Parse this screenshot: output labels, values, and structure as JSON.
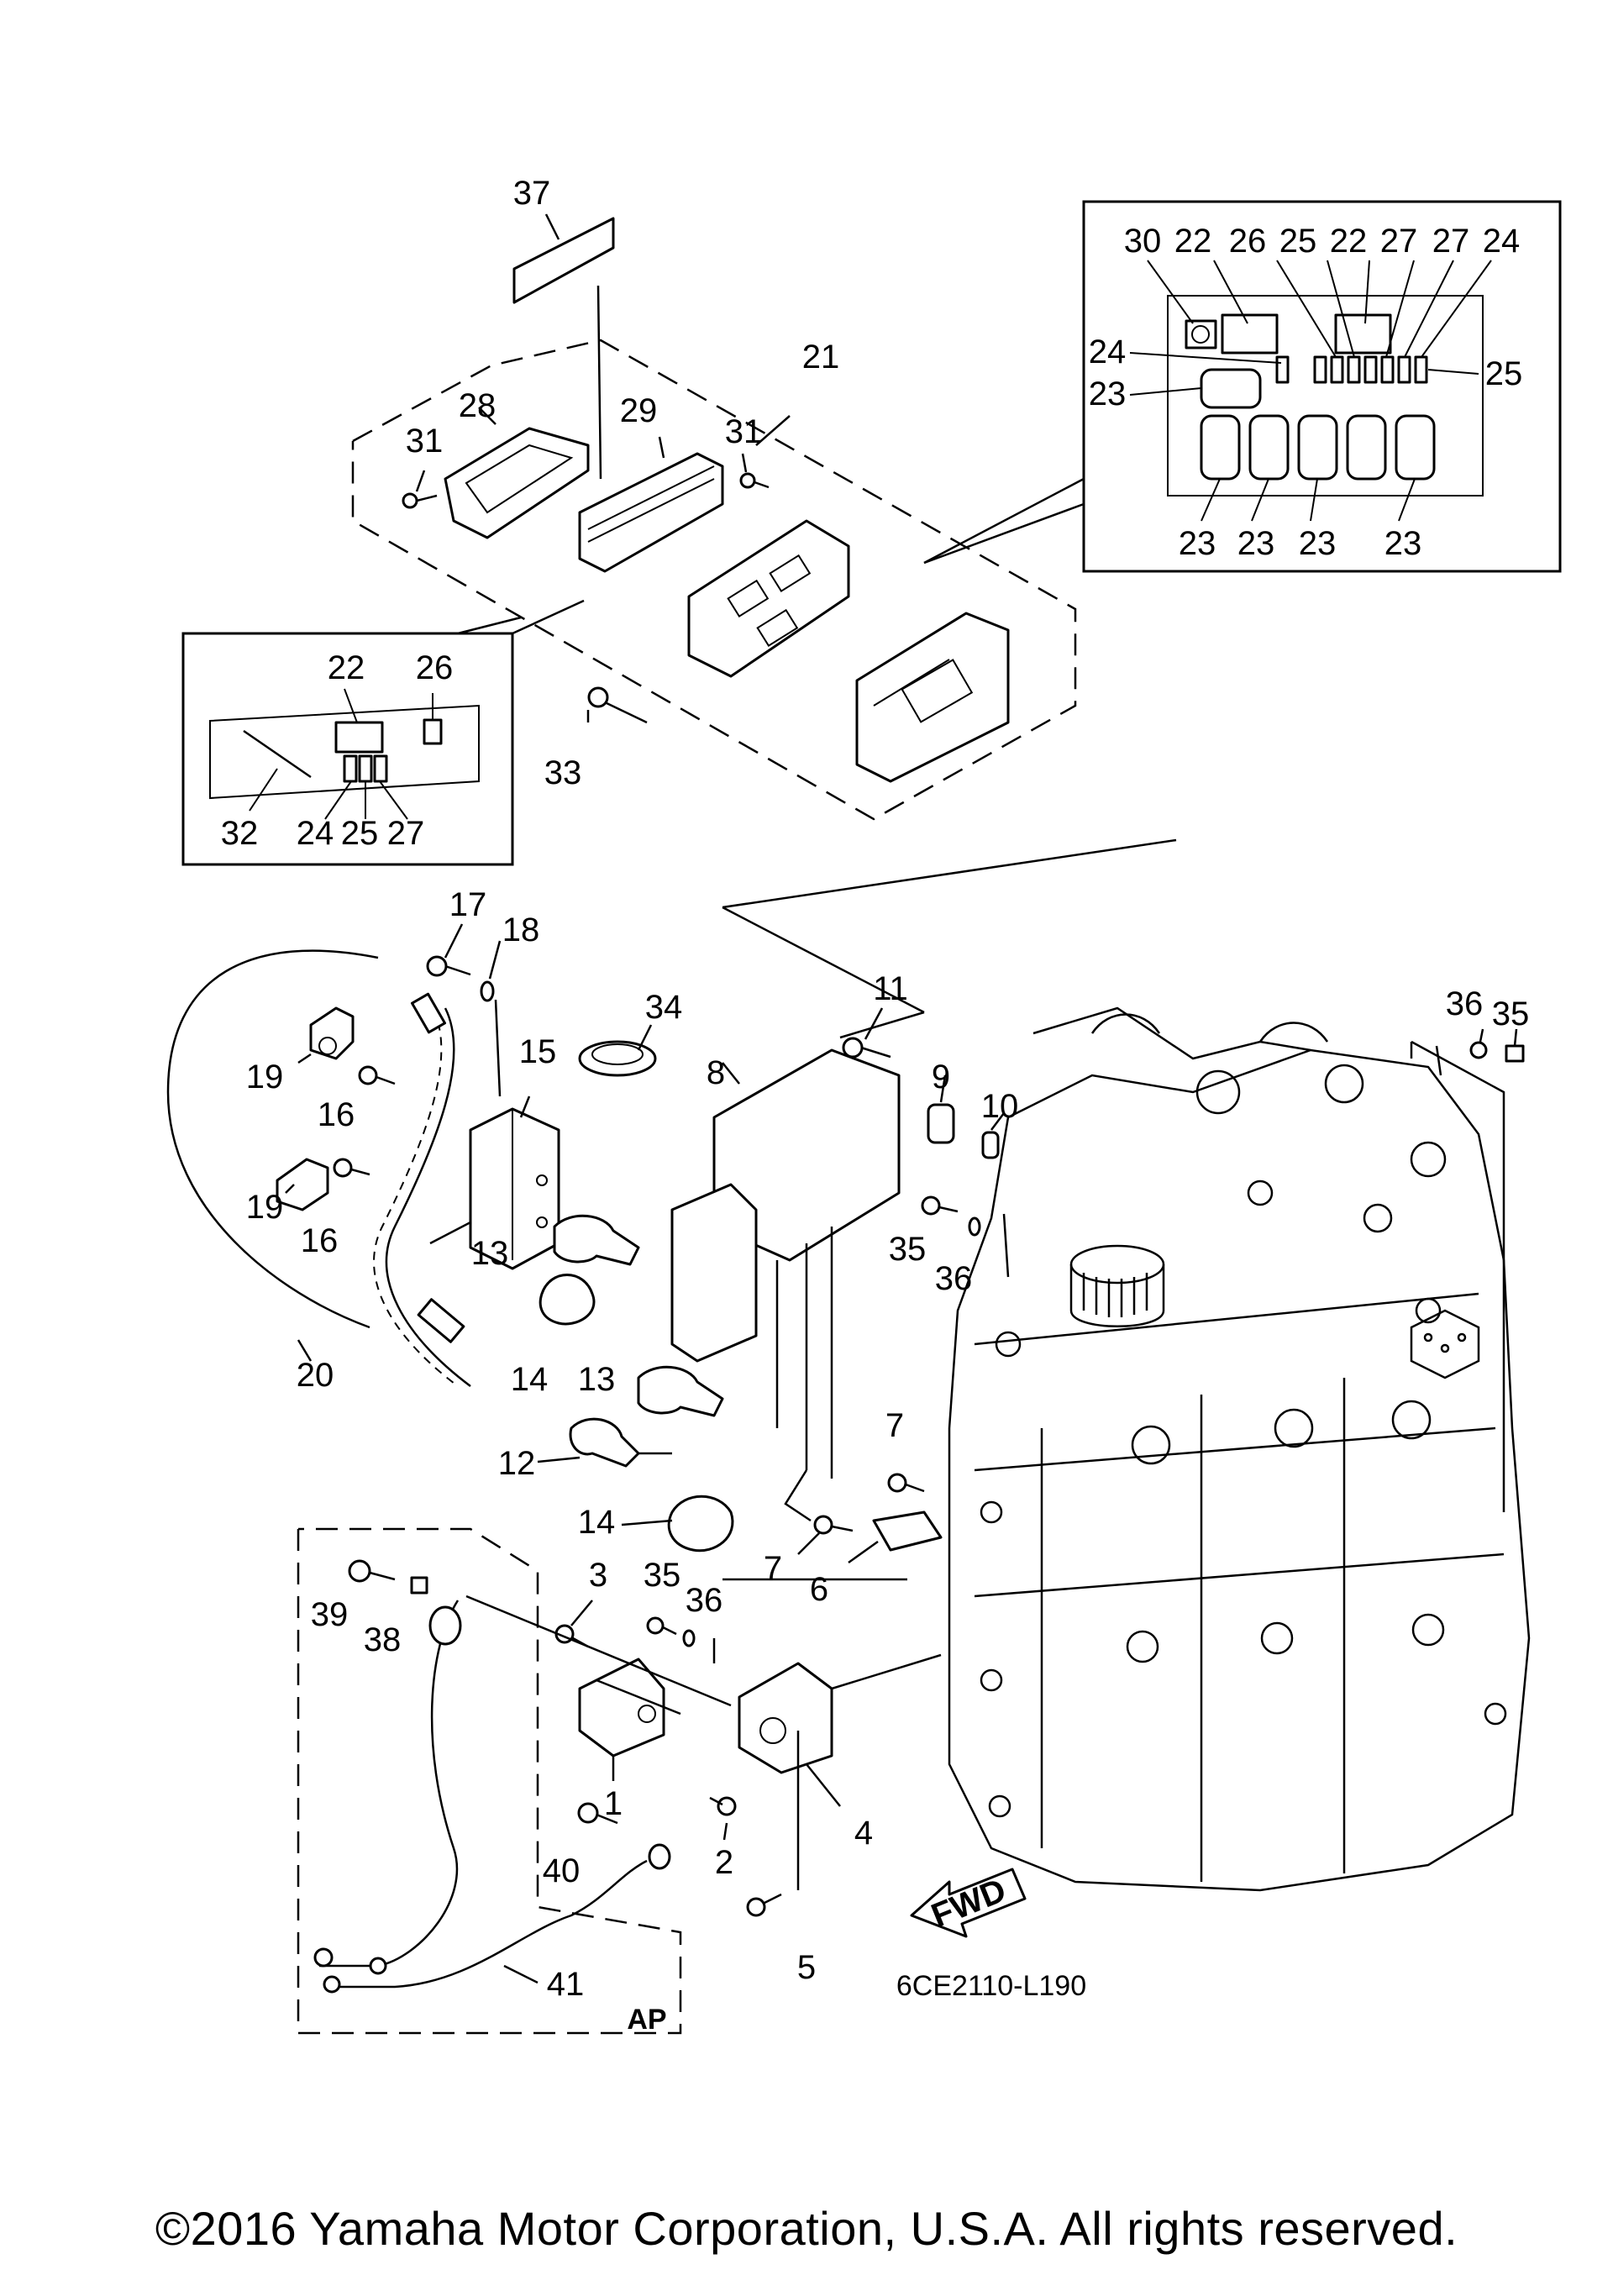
{
  "labels": {
    "p1": "1",
    "p2": "2",
    "p3": "3",
    "p4": "4",
    "p5": "5",
    "p6": "6",
    "p7a": "7",
    "p7b": "7",
    "p8": "8",
    "p9": "9",
    "p10": "10",
    "p11": "11",
    "p12": "12",
    "p13a": "13",
    "p13b": "13",
    "p14a": "14",
    "p14b": "14",
    "p15": "15",
    "p16a": "16",
    "p16b": "16",
    "p17": "17",
    "p18": "18",
    "p19a": "19",
    "p19b": "19",
    "p20": "20",
    "p21": "21",
    "p28": "28",
    "p29": "29",
    "p31a": "31",
    "p31b": "31",
    "p33": "33",
    "p34": "34",
    "p35a": "35",
    "p35b": "35",
    "p35c": "35",
    "p36a": "36",
    "p36b": "36",
    "p36c": "36",
    "p37": "37",
    "p38": "38",
    "p39": "39",
    "p40": "40",
    "p41": "41"
  },
  "inset_left": {
    "p22": "22",
    "p26": "26",
    "p32": "32",
    "p24": "24",
    "p25": "25",
    "p27": "27"
  },
  "inset_right": {
    "t30": "30",
    "t22a": "22",
    "t26": "26",
    "t25a": "25",
    "t22b": "22",
    "t27a": "27",
    "t27b": "27",
    "t24a": "24",
    "s24": "24",
    "s23": "23",
    "s25": "25",
    "b23a": "23",
    "b23b": "23",
    "b23c": "23",
    "b23d": "23"
  },
  "fwd_label": "FWD",
  "ap_label": "AP",
  "diagram_code": "6CE2110-L190",
  "copyright": "©2016 Yamaha Motor Corporation, U.S.A. All rights reserved."
}
